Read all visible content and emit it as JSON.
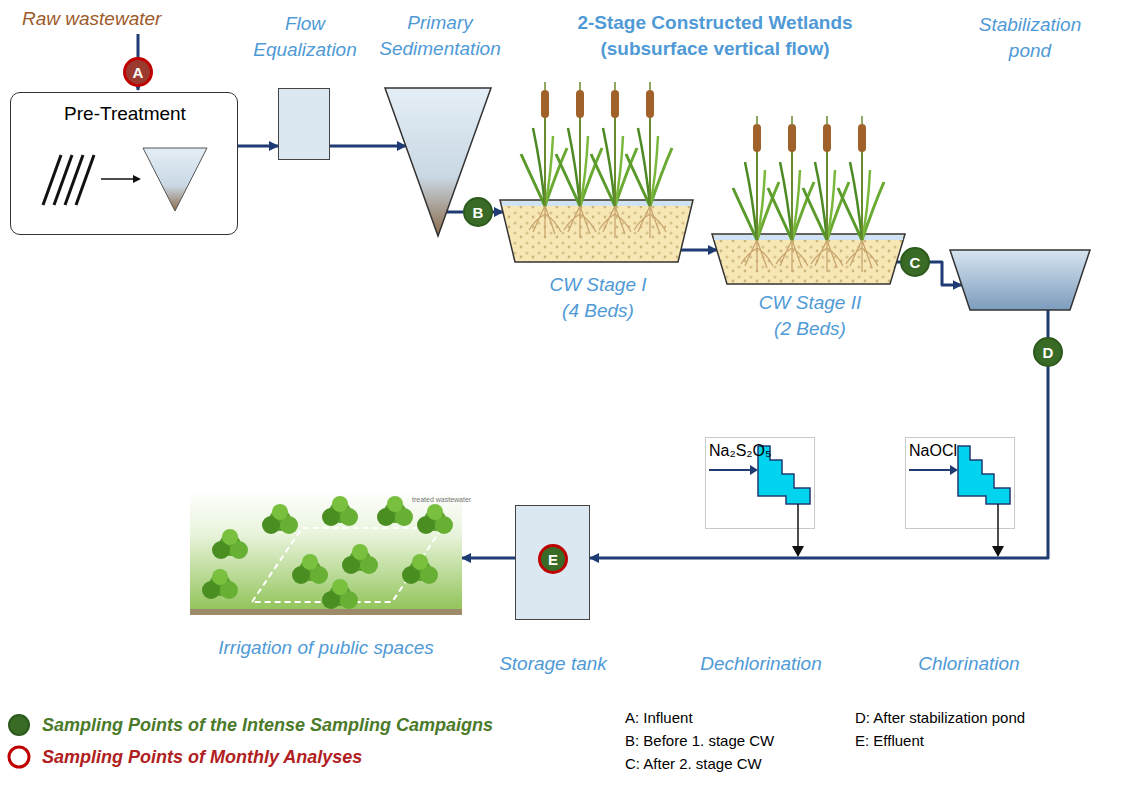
{
  "diagram": {
    "nodes": [
      {
        "text": [
          "Pre-Treatment"
        ]
      },
      {
        "text": [
          "Flow Equalization"
        ]
      },
      {
        "text": [
          "Primary Sedimentation"
        ]
      },
      {
        "text": [
          "CW Stage I (4 Beds)"
        ]
      },
      {
        "text": [
          "CW Stage II (2 Beds)"
        ]
      },
      {
        "text": [
          "Stabilization pond"
        ]
      },
      {
        "text": [
          "NaOCl",
          "Chlorination"
        ]
      },
      {
        "text": [
          "Na₂S₂O₅",
          "Dechlorination"
        ]
      },
      {
        "text": [
          "Storage tank"
        ]
      },
      {
        "text": [
          "Irrigation of public spaces"
        ]
      },
      {
        "text": [
          "A"
        ]
      },
      {
        "text": [
          "B"
        ]
      },
      {
        "text": [
          "C"
        ]
      },
      {
        "text": [
          "D"
        ]
      },
      {
        "text": [
          "E"
        ],
        "in": 8
      }
    ],
    "edges": [
      {
        "from": 0,
        "to": 1,
        "arrow": "to"
      },
      {
        "from": 1,
        "to": 2,
        "arrow": "to"
      },
      {
        "from": 2,
        "to": 3,
        "arrow": "to"
      },
      {
        "from": 3,
        "to": 4,
        "arrow": "to"
      },
      {
        "from": 4,
        "to": 5,
        "arrow": "to"
      },
      {
        "from": 5,
        "to": 8,
        "arrow": "to"
      },
      {
        "from": 8,
        "to": 9,
        "arrow": "to"
      }
    ],
    "labels": [
      "Raw wastewater",
      "2-Stage Constructed Wetlands (subsurface vertical flow)",
      "treated wastewater",
      "A: Influent",
      "B: Before 1. stage CW",
      "C: After 2. stage CW",
      "D: After stabilization pond",
      "E: Effluent"
    ],
    "legend": [
      {
        "text": "Sampling Points of the Intense Sampling Campaigns"
      },
      {
        "text": "Sampling Points of Monthly Analyses"
      }
    ]
  }
}
